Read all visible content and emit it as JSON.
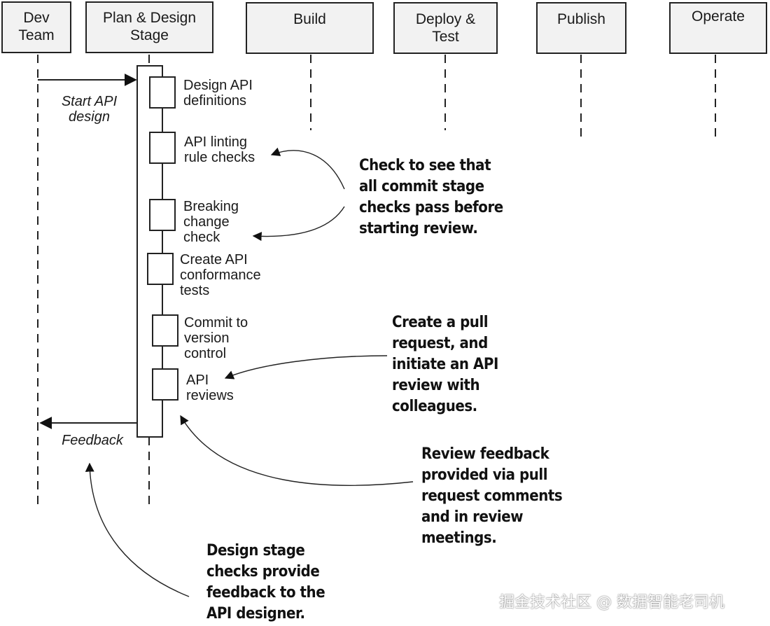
{
  "lanes": [
    {
      "id": "dev-team",
      "title": "Dev\nTeam"
    },
    {
      "id": "plan-design",
      "title": "Plan & Design\nStage"
    },
    {
      "id": "build",
      "title": "Build"
    },
    {
      "id": "deploy-test",
      "title": "Deploy &\nTest"
    },
    {
      "id": "publish",
      "title": "Publish"
    },
    {
      "id": "operate",
      "title": "Operate"
    }
  ],
  "messages": {
    "start": "Start API\ndesign",
    "feedback": "Feedback"
  },
  "steps": [
    {
      "label": "Design API\ndefinitions"
    },
    {
      "label": "API linting\nrule checks"
    },
    {
      "label": "Breaking\nchange\ncheck"
    },
    {
      "label": "Create API\nconformance\ntests"
    },
    {
      "label": "Commit to\nversion\ncontrol"
    },
    {
      "label": "API\nreviews"
    }
  ],
  "notes": {
    "commit_checks": "Check to see that\nall commit stage\nchecks pass before\nstarting review.",
    "pull_request": "Create a pull\nrequest, and\ninitiate an API\nreview with\ncolleagues.",
    "review_feedback": "Review feedback\nprovided via pull\nrequest comments\nand in review\nmeetings.",
    "design_feedback": "Design stage\nchecks provide\nfeedback to the\nAPI designer."
  },
  "watermark": "掘金技术社区 @ 数据智能老司机"
}
